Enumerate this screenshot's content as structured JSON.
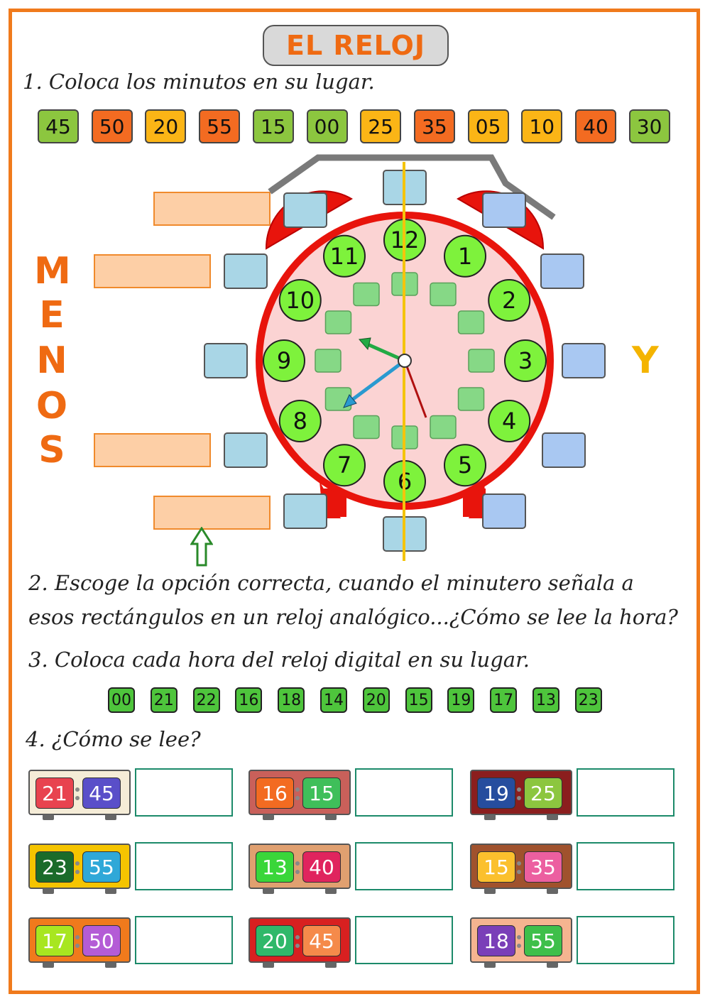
{
  "title": "EL RELOJ",
  "instructions": {
    "q1": "1. Coloca los minutos en su lugar.",
    "q2_line1": "2. Escoge la opción correcta, cuando el minutero señala a",
    "q2_line2": "esos rectángulos en un reloj analógico...¿Cómo se lee la hora?",
    "q3": "3. Coloca cada hora del reloj digital en su lugar.",
    "q4": "4. ¿Cómo se lee?"
  },
  "minute_tiles": [
    {
      "label": "45",
      "color": "#8cc63f"
    },
    {
      "label": "50",
      "color": "#f36b21"
    },
    {
      "label": "20",
      "color": "#fbb516"
    },
    {
      "label": "55",
      "color": "#f36b21"
    },
    {
      "label": "15",
      "color": "#8cc63f"
    },
    {
      "label": "00",
      "color": "#8cc63f"
    },
    {
      "label": "25",
      "color": "#fbb516"
    },
    {
      "label": "35",
      "color": "#f36b21"
    },
    {
      "label": "05",
      "color": "#fbb516"
    },
    {
      "label": "10",
      "color": "#fbb516"
    },
    {
      "label": "40",
      "color": "#f36b21"
    },
    {
      "label": "30",
      "color": "#8cc63f"
    }
  ],
  "side_labels": {
    "menos": [
      "M",
      "E",
      "N",
      "O",
      "S"
    ],
    "y": "Y"
  },
  "clock": {
    "numbers": [
      "12",
      "1",
      "2",
      "3",
      "4",
      "5",
      "6",
      "7",
      "8",
      "9",
      "10",
      "11"
    ],
    "face_color": "#fbd3d3",
    "rim_color": "#e8140c",
    "number_color": "#7ef23c"
  },
  "hour_tiles": [
    "00",
    "21",
    "22",
    "16",
    "18",
    "14",
    "20",
    "15",
    "19",
    "17",
    "13",
    "23"
  ],
  "digital_clocks": [
    {
      "hour": "21",
      "minute": "45",
      "hour_color": "#e8434f",
      "minute_color": "#5a4fc9",
      "frame_color": "#f5ecd7"
    },
    {
      "hour": "16",
      "minute": "15",
      "hour_color": "#f36b21",
      "minute_color": "#3fbf5a",
      "frame_color": "#c9605a"
    },
    {
      "hour": "19",
      "minute": "25",
      "hour_color": "#264d9e",
      "minute_color": "#8cc63f",
      "frame_color": "#8b1e1e"
    },
    {
      "hour": "23",
      "minute": "55",
      "hour_color": "#1a6b2a",
      "minute_color": "#2fa8d8",
      "frame_color": "#f5c400"
    },
    {
      "hour": "13",
      "minute": "40",
      "hour_color": "#3ad63a",
      "minute_color": "#e0245e",
      "frame_color": "#e0a070"
    },
    {
      "hour": "15",
      "minute": "35",
      "hour_color": "#fbc02d",
      "minute_color": "#ec5fa0",
      "frame_color": "#a0522d"
    },
    {
      "hour": "17",
      "minute": "50",
      "hour_color": "#a8e620",
      "minute_color": "#b45cd6",
      "frame_color": "#f07a1c"
    },
    {
      "hour": "20",
      "minute": "45",
      "hour_color": "#2fb86a",
      "minute_color": "#f58a4a",
      "frame_color": "#d82020"
    },
    {
      "hour": "18",
      "minute": "55",
      "hour_color": "#7a3fb8",
      "minute_color": "#3fbf4a",
      "frame_color": "#f5b490"
    }
  ]
}
